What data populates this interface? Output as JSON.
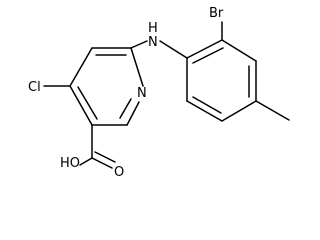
{
  "molecule": {
    "atom_labels": {
      "amine": "H\nN",
      "amine_H": "H",
      "amine_N": "N",
      "ring_nitrogen": "N",
      "bromine": "Br",
      "chlorine": "Cl",
      "hydroxyl": "HO",
      "carbonyl_oxygen": "O"
    }
  },
  "colors": {
    "bond": "#000000",
    "label": "#000000",
    "background": "#ffffff"
  }
}
